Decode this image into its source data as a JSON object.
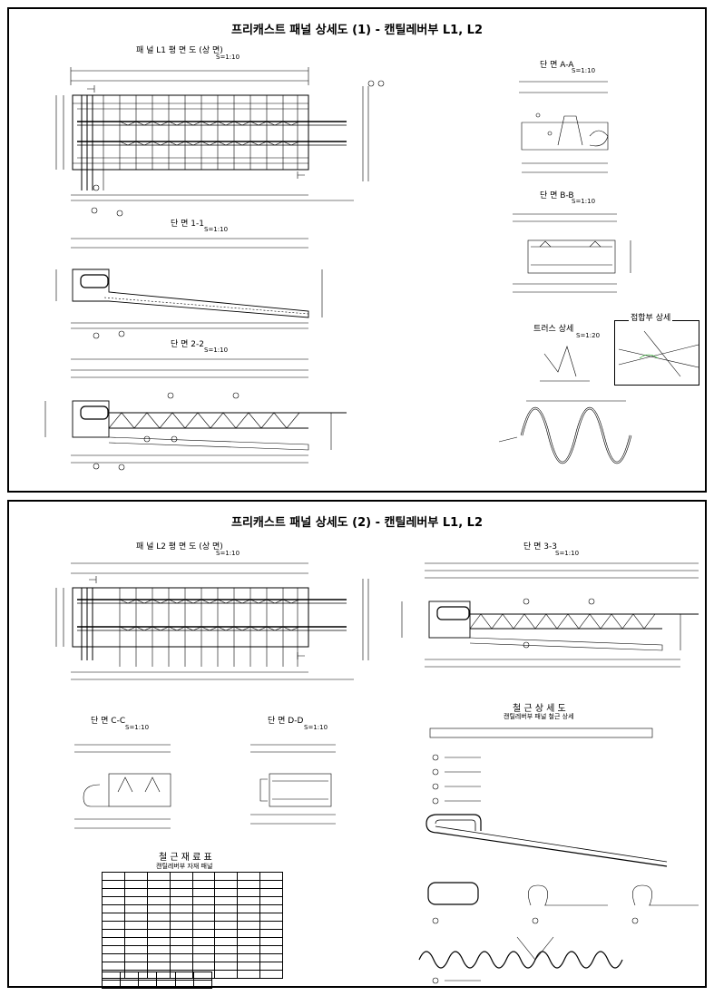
{
  "sheet1": {
    "title": "프리캐스트 패널 상세도 (1) - 캔틸레버부 L1, L2",
    "plan_label": "패 널 L1 평 면 도 (상 면)",
    "plan_scale": "S=1:10",
    "sec11_label": "단 면 1-1",
    "sec11_scale": "S=1:10",
    "sec22_label": "단 면 2-2",
    "sec22_scale": "S=1:10",
    "secAA_label": "단 면 A-A",
    "secAA_scale": "S=1:10",
    "secBB_label": "단 면 B-B",
    "secBB_scale": "S=1:10",
    "truss_label": "트러스 상세",
    "truss_scale": "S=1:20",
    "joint_label": "접합부 상세"
  },
  "sheet2": {
    "title": "프리캐스트 패널 상세도 (2) - 캔틸레버부 L1, L2",
    "plan_label": "패 널 L2 평 면 도 (상 면)",
    "plan_scale": "S=1:10",
    "sec33_label": "단 면 3-3",
    "sec33_scale": "S=1:10",
    "secCC_label": "단 면 C-C",
    "secCC_scale": "S=1:10",
    "secDD_label": "단 면 D-D",
    "secDD_scale": "S=1:10",
    "rebar_title": "철 근 상 세 도",
    "rebar_subtitle": "캔틸레버부 패널 철근 상세",
    "sched_title": "철 근 재 료 표",
    "sched_subtitle": "캔틸레버부 자재 패널"
  }
}
